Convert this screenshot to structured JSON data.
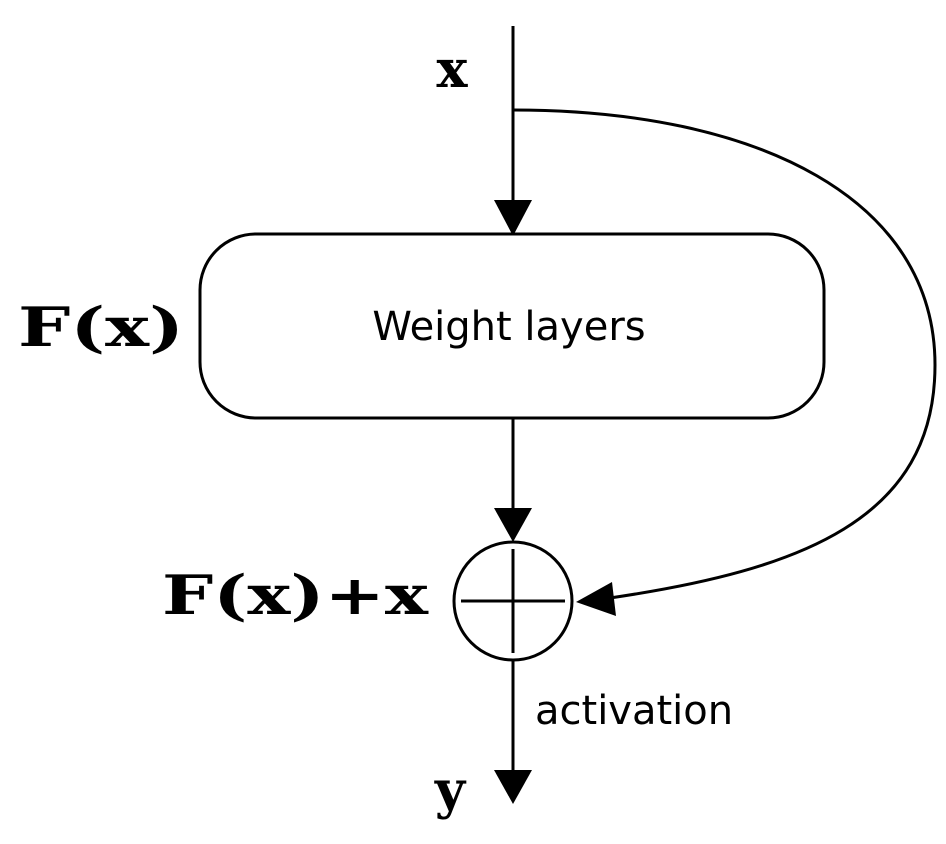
{
  "labels": {
    "input": "x",
    "block_label": "F(x)",
    "block_text": "Weight layers",
    "sum_label": "F(x)+x",
    "activation": "activation",
    "output": "y"
  },
  "colors": {
    "stroke": "#000000",
    "fill": "#ffffff",
    "background": "#ffffff"
  }
}
